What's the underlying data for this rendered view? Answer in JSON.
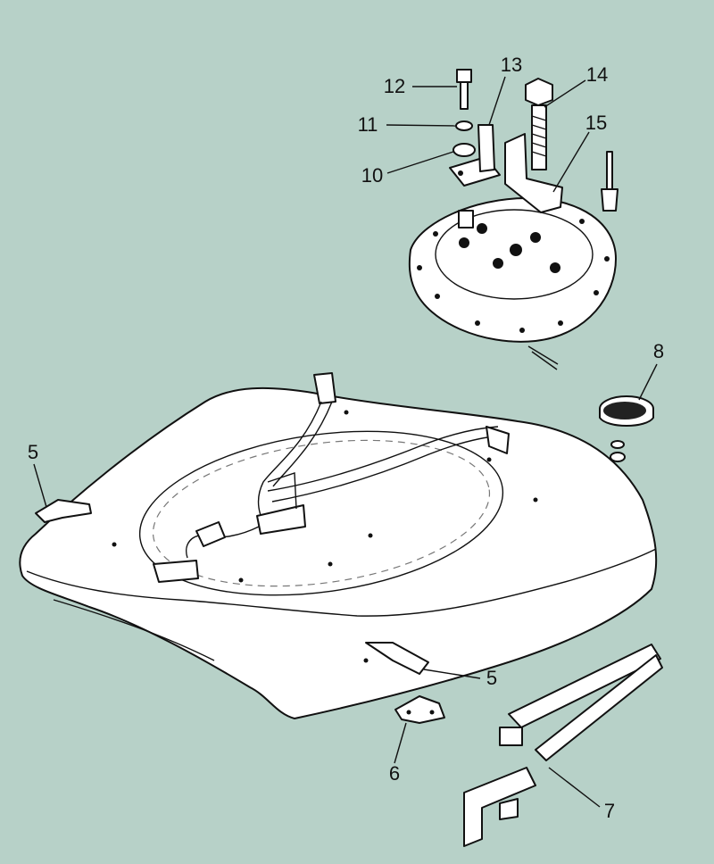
{
  "diagram": {
    "background": "#b7d1c8",
    "callouts": [
      {
        "id": "c12",
        "text": "12"
      },
      {
        "id": "c13",
        "text": "13"
      },
      {
        "id": "c11",
        "text": "11"
      },
      {
        "id": "c10",
        "text": "10"
      },
      {
        "id": "c14",
        "text": "14"
      },
      {
        "id": "c15",
        "text": "15"
      },
      {
        "id": "c8",
        "text": "8"
      },
      {
        "id": "c5a",
        "text": "5"
      },
      {
        "id": "c5b",
        "text": "5"
      },
      {
        "id": "c6",
        "text": "6"
      },
      {
        "id": "c7",
        "text": "7"
      }
    ]
  }
}
